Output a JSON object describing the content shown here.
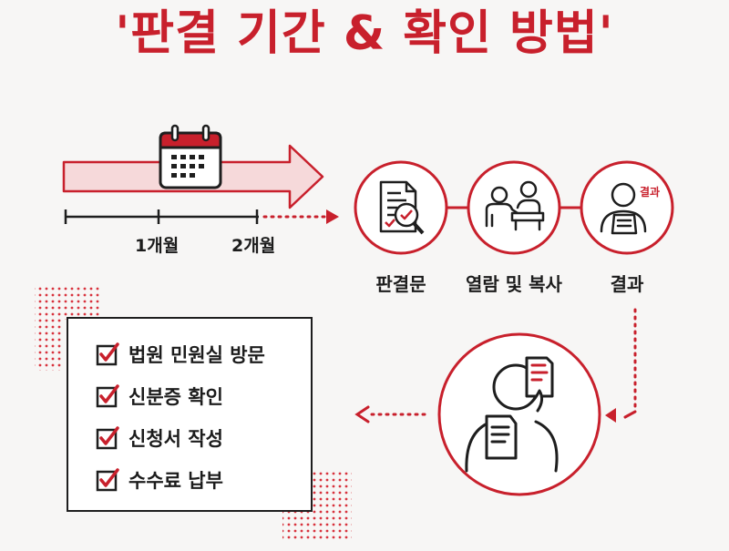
{
  "title": "'판결 기간 & 확인 방법'",
  "timeline": {
    "ticks": [
      "1개월",
      "2개월"
    ]
  },
  "steps": [
    {
      "label": "판결문",
      "icon": "judgment-document-icon"
    },
    {
      "label": "열람 및 복사",
      "icon": "reading-copying-icon"
    },
    {
      "label": "결과",
      "icon": "result-person-icon",
      "tag": "결과"
    }
  ],
  "checklist": {
    "items": [
      "법원 민원실 방문",
      "신분증 확인",
      "신청서 작성",
      "수수료 납부"
    ]
  },
  "colors": {
    "accent": "#c8202c",
    "arrow_fill": "#f6d9da",
    "ink": "#1e1e1e",
    "background": "#f7f6f5"
  }
}
